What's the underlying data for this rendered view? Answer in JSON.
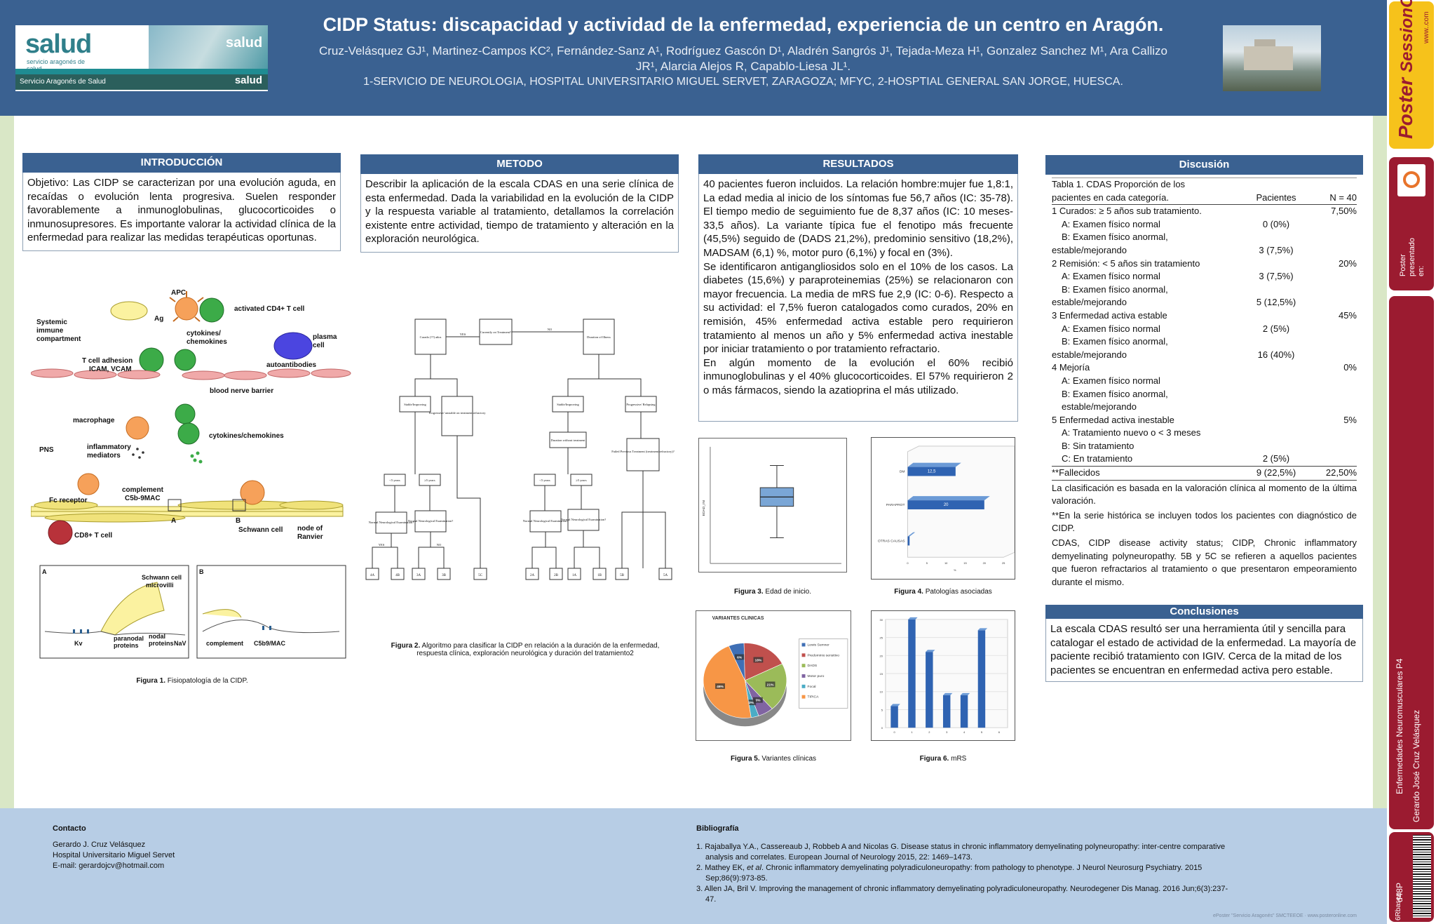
{
  "header": {
    "title": "CIDP Status: discapacidad y actividad de la enfermedad, experiencia de un centro en Aragón.",
    "authors_line1": "Cruz-Velásquez GJ¹, Martinez-Campos KC², Fernández-Sanz A¹, Rodríguez Gascón D¹, Aladrén Sangrós J¹, Tejada-Meza H¹, Gonzalez Sanchez M¹, Ara Callizo",
    "authors_line2": "JR¹, Alarcia Alejos R, Capablo-Liesa JL¹.",
    "affiliation": "1-SERVICIO DE NEUROLOGIA, HOSPITAL UNIVERSITARIO MIGUEL SERVET, ZARAGOZA; MFYC, 2-HOSPTIAL GENERAL SAN JORGE, HUESCA.",
    "logo_brand": "salud",
    "logo_sub": "servicio aragonés de salud",
    "logo_bar": "Servicio Aragonés de Salud",
    "logo_bar_right": "salud",
    "logo_photo_word": "salud"
  },
  "introduccion": {
    "heading": "INTRODUCCIÓN",
    "text": "Objetivo: Las CIDP se caracterizan por una evolución aguda, en recaídas o evolución lenta progresiva. Suelen responder favorablemente a inmunoglobulinas, glucocorticoides o inmunosupresores. Es importante valorar la actividad clínica de la enfermedad para realizar las medidas terapéuticas oportunas."
  },
  "metodo": {
    "heading": "METODO",
    "text": "Describir la aplicación de la escala CDAS en una serie clínica de esta enfermedad. Dada la variabilidad en la evolución de la CIDP y la respuesta variable al tratamiento, detallamos la correlación existente entre actividad, tiempo de tratamiento y alteración en la exploración neurológica."
  },
  "resultados": {
    "heading": "RESULTADOS",
    "p1": "40 pacientes fueron incluidos. La relación hombre:mujer fue 1,8:1, La edad media al inicio de los síntomas fue 56,7 años (IC: 35-78). El tiempo medio de seguimiento fue de 8,37 años (IC: 10 meses-33,5 años). La variante típica fue el fenotipo más frecuente (45,5%) seguido de (DADS 21,2%), predominio sensitivo (18,2%), MADSAM (6,1) %, motor puro (6,1%) y focal en (3%).",
    "p2": "Se identificaron antigangliosidos solo en el 10% de los casos. La diabetes (15,6%) y paraproteinemias (25%) se relacionaron con mayor frecuencia. La media de mRS fue 2,9 (IC: 0-6). Respecto a su actividad: el 7,5% fueron catalogados como curados, 20% en remisión, 45% enfermedad activa estable pero requirieron tratamiento al menos un año y 5% enfermedad activa inestable por iniciar tratamiento o por tratamiento refractario.",
    "p3": "En algún momento de la evolución el 60% recibió inmunoglobulinas y el 40% glucocorticoides. El 57% requirieron 2 o más fármacos, siendo la azatioprina el más utilizado."
  },
  "discusion": {
    "heading": "Discusión",
    "table_title_1": "Tabla 1. CDAS Proporción de los",
    "table_title_2": "pacientes en cada categoría.",
    "col_pacientes": "Pacientes",
    "col_n": "N = 40",
    "rows": [
      {
        "label": "1 Curados: ≥ 5 años sub tratamiento.",
        "pac": "",
        "pct": "7,50%",
        "indent": false
      },
      {
        "label": "A: Examen físico normal",
        "pac": "0 (0%)",
        "pct": "",
        "indent": true
      },
      {
        "label": "B: Examen físico anormal,",
        "pac": "",
        "pct": "",
        "indent": true
      },
      {
        "label": "estable/mejorando",
        "pac": "3 (7,5%)",
        "pct": "",
        "indent": false
      },
      {
        "label": "2 Remisión: < 5 años sin tratamiento",
        "pac": "",
        "pct": "20%",
        "indent": false
      },
      {
        "label": "A: Examen físico normal",
        "pac": "3 (7,5%)",
        "pct": "",
        "indent": true
      },
      {
        "label": "B: Examen físico anormal,",
        "pac": "",
        "pct": "",
        "indent": true
      },
      {
        "label": "estable/mejorando",
        "pac": "5 (12,5%)",
        "pct": "",
        "indent": false
      },
      {
        "label": "3 Enfermedad activa estable",
        "pac": "",
        "pct": "45%",
        "indent": false
      },
      {
        "label": "A: Examen físico normal",
        "pac": "2 (5%)",
        "pct": "",
        "indent": true
      },
      {
        "label": "B: Examen físico anormal,",
        "pac": "",
        "pct": "",
        "indent": true
      },
      {
        "label": "estable/mejorando",
        "pac": "16 (40%)",
        "pct": "",
        "indent": false
      },
      {
        "label": "4 Mejoría",
        "pac": "",
        "pct": "0%",
        "indent": false
      },
      {
        "label": "A: Examen físico normal",
        "pac": "",
        "pct": "",
        "indent": true
      },
      {
        "label": "B: Examen físico anormal, estable/mejorando",
        "pac": "",
        "pct": "",
        "indent": true
      },
      {
        "label": "5 Enfermedad activa inestable",
        "pac": "",
        "pct": "5%",
        "indent": false
      },
      {
        "label": "A: Tratamiento nuevo o < 3 meses",
        "pac": "",
        "pct": "",
        "indent": true
      },
      {
        "label": "B: Sin tratamiento",
        "pac": "",
        "pct": "",
        "indent": true
      },
      {
        "label": "C: En tratamiento",
        "pac": "2 (5%)",
        "pct": "",
        "indent": true
      }
    ],
    "fallecidos_label": "**Fallecidos",
    "fallecidos_pac": "9 (22,5%)",
    "fallecidos_pct": "22,50%",
    "note1": "La clasificación es basada en la valoración clínica al momento de la última valoración.",
    "note2": "**En la serie histórica se incluyen todos los pacientes con diagnóstico de CIDP.",
    "note3": "CDAS, CIDP disease activity status; CIDP, Chronic inflammatory demyelinating polyneuropathy. 5B y 5C se refieren a aquellos pacientes que fueron refractarios al tratamiento o que presentaron empeoramiento durante el mismo."
  },
  "conclusiones": {
    "heading": "Conclusiones",
    "text": "La escala CDAS resultó ser una herramienta útil y sencilla para catalogar el estado de actividad de la enfermedad. La mayoría de paciente recibió tratamiento con IGIV. Cerca de la mitad de los pacientes se encuentran en enfermedad activa pero estable."
  },
  "figures": {
    "fig1_bold": "Figura 1.",
    "fig1_text": " Fisiopatología de la CIDP.",
    "fig2_bold": "Figura 2.",
    "fig2_text": " Algoritmo para clasificar la CIDP en relación a la duración de la enfermedad, respuesta clínica, exploración neurológica y duración del tratamiento2",
    "fig3_bold": "Figura 3.",
    "fig3_text": " Edad de inicio.",
    "fig4_bold": "Figura 4.",
    "fig4_text": " Patologías asociadas",
    "fig5_bold": "Figura 5.",
    "fig5_text": " Variantes clínicas",
    "fig6_bold": "Figura 6.",
    "fig6_text": " mRS",
    "fig1_labels": {
      "systemic": "Systemic",
      "immune": "immune",
      "compartment": "compartment",
      "apc": "APC",
      "ag": "Ag",
      "cd4": "activated CD4+ T cell",
      "cytokines": "cytokines/",
      "chemokines": "chemokines",
      "plasma": "plasma",
      "cell": "cell",
      "tcell_adh": "T cell adhesion",
      "icam": "ICAM, VCAM",
      "autoantibodies": "autoantibodies",
      "bnb": "blood nerve barrier",
      "macrophage": "macrophage",
      "cyto2": "cytokines/chemokines",
      "pns": "PNS",
      "inflam": "inflammatory",
      "mediators": "mediators",
      "complement": "complement",
      "c5b": "C5b-9MAC",
      "fc": "Fc receptor",
      "cd8": "CD8+ T cell",
      "schwann": "Schwann cell",
      "node": "node of",
      "ranvier": "Ranvier",
      "box_a": "A",
      "box_b": "B",
      "panel_a": "A",
      "panel_b": "B",
      "microvilli_1": "Schwann cell",
      "microvilli_2": "microvilli",
      "kv": "Kv",
      "paranodal": "paranodal",
      "proteins": "proteins",
      "nodal": "nodal",
      "proteins2": "proteins",
      "nav": "NaV",
      "e_complement": "complement",
      "e_c5b": "C5b9/MAC"
    },
    "fig2_labels": {
      "n1": "Curado (??) años",
      "yes": "YES",
      "n2": "Currently on Treatment?",
      "no": "NO",
      "n3": "Duration of Illness",
      "n4": "Stable/Improving",
      "n5": "Progressive/ unstable on treatment refractory",
      "n6": "Stable/Improving",
      "n7": "Progressive/ Relapsing",
      "n8": "Duration without treatment",
      "n9": "<5 years",
      "n10": "≥5 years",
      "n11": "<5 years",
      "n12": "≥5 years",
      "n13": "Failed Previous Treatment (treatment refractory)?",
      "n14": "Normal Neurological Examination?",
      "n15": "Normal Neurological Examination?",
      "n16": "Normal Neurological Examination?",
      "n17": "Normal Neurological Examination?",
      "yes2": "YES",
      "no2": "NO",
      "leaves": [
        "4A",
        "4B",
        "3A",
        "3B",
        "5C",
        "2A",
        "2B",
        "1A",
        "1B",
        "5B",
        "5A"
      ]
    }
  },
  "chart_data": [
    {
      "type": "box",
      "title": "",
      "ylabel": "EDAD_INI",
      "min": 22,
      "q1": 49,
      "median": 57,
      "q3": 65,
      "max": 84,
      "ylim": [
        0,
        100
      ]
    },
    {
      "type": "bar",
      "orientation": "horizontal",
      "categories": [
        "DM",
        "PARAPROT",
        "OTRAS CAUSAS"
      ],
      "values": [
        12.5,
        20,
        0.5
      ],
      "value_labels": [
        "12,5",
        "20",
        ""
      ],
      "xlim": [
        0,
        25
      ],
      "x_ticks": [
        "0",
        "5",
        "10",
        "15",
        "20",
        "25"
      ],
      "x_axis_letter": "%"
    },
    {
      "type": "pie",
      "title": "VARIANTES CLINICAS",
      "categories": [
        "Lewis Sumner",
        "Predominio sensitivo",
        "DADS",
        "Motor puro",
        "Focal",
        "TIPICA"
      ],
      "values": [
        6,
        18,
        21,
        6,
        3,
        46
      ],
      "labels": [
        "6%",
        "18%",
        "21%",
        "6%",
        "3%",
        "46%"
      ],
      "colors": [
        "#3f6fb5",
        "#c0504d",
        "#9bbb59",
        "#8064a2",
        "#4bacc6",
        "#f79646"
      ],
      "legend": "right"
    },
    {
      "type": "bar",
      "categories": [
        "0",
        "1",
        "2",
        "3",
        "4",
        "5",
        "6"
      ],
      "values": [
        6,
        30,
        21,
        9,
        9,
        27,
        0
      ],
      "ylim": [
        0,
        30
      ],
      "y_ticks": [
        "0",
        "5",
        "10",
        "15",
        "20",
        "25",
        "30"
      ]
    }
  ],
  "footer": {
    "contact_heading": "Contacto",
    "contact_name": "Gerardo J. Cruz Velásquez",
    "contact_hosp": "Hospital Universitario Miguel Servet",
    "contact_email": "E-mail: gerardojcv@hotmail.com",
    "biblio_heading": "Bibliografía",
    "ref1a": "1. Rajaballya Y.A., Cassereaub J, Robbeb A and Nicolas G. Disease status in chronic inflammatory demyelinating polyneuropathy: inter-centre comparative",
    "ref1b": "analysis and correlates. European Journal of Neurology 2015, 22: 1469–1473.",
    "ref2a_pre": "2.  Mathey EK, ",
    "ref2a_it": "et al",
    "ref2a_post": ". Chronic inflammatory demyelinating polyradiculoneuropathy: from pathology to phenotype. J Neurol Neurosurg Psychiatry. 2015",
    "ref2b": "Sep;86(9):973-85.",
    "ref3a": "3.  Allen JA, Bril V. Improving the management of chronic inflammatory demyelinating polyradiculoneuropathy. Neurodegener Dis Manag. 2016 Jun;6(3):237-",
    "ref3b": "47.",
    "watermark": "ePoster \"Servicio Aragonés\" SMCTEEOE · www.posteronline.com"
  },
  "sidebar": {
    "brand_poster": "Poster",
    "brand_session": "SessionOnline",
    "brand_www": "www.",
    "brand_com": ".com",
    "presented": "Poster",
    "presented2": "presentado",
    "presented3": "en:",
    "category": "Enfermedades Neuromusculares P4",
    "author": "Gerardo José Cruz Velásquez",
    "code": "d48P",
    "code2": "6Rbasen"
  }
}
